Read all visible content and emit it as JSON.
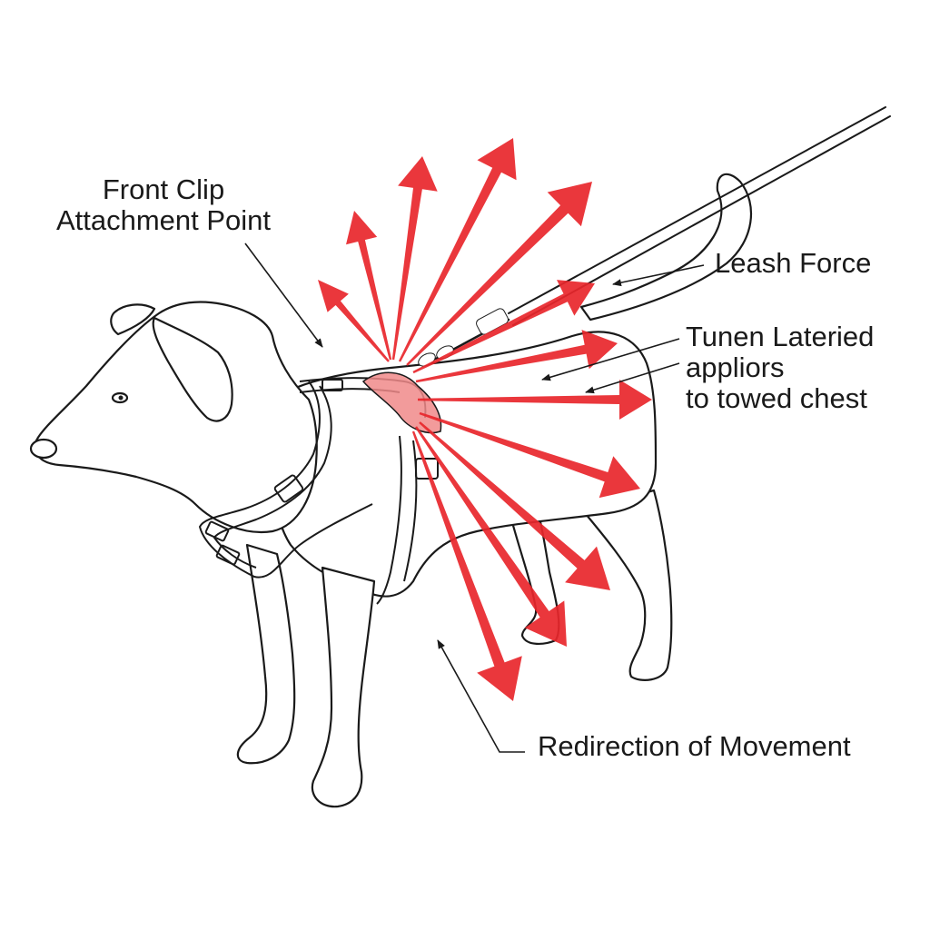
{
  "labels": {
    "front_clip": {
      "line1": "Front Clip",
      "line2": "Attachment Point"
    },
    "leash_force": "Leash Force",
    "lateral": {
      "line1": "Tunen Lateried",
      "line2": "appliors",
      "line3": "to towed chest"
    },
    "redirection": "Redirection of Movement"
  },
  "colors": {
    "outline": "#1a1a1a",
    "force_arrow": "#e8262b",
    "clip_highlight": "#f08a8a",
    "background": "#ffffff"
  },
  "icons": {
    "subject": "dog-outline-icon",
    "harness": "harness-icon",
    "leash": "leash-icon",
    "force_arrows": "red-force-arrow-icon"
  }
}
